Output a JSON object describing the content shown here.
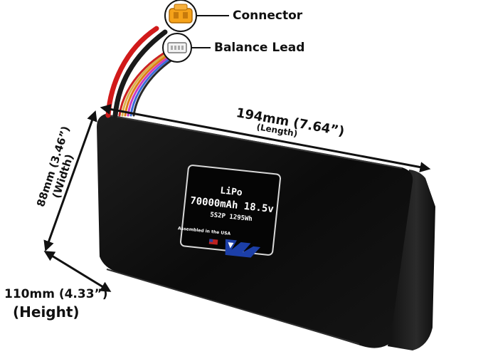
{
  "callouts": {
    "connector": "Connector",
    "balance_lead": "Balance Lead"
  },
  "dimensions": {
    "length_value": "194mm (7.64”)",
    "length_label": "(Length)",
    "width_value": "88mm (3.46”)",
    "width_label": "(Width)",
    "height_value": "110mm (4.33”)",
    "height_label": "(Height)"
  },
  "battery_label": {
    "chemistry": "LiPo",
    "capacity_voltage": "70000mAh 18.5v",
    "config_energy": "5S2P 1295Wh",
    "origin": "Assembled in the USA"
  },
  "icons": {
    "connector": "xt-connector-icon",
    "balance": "balance-plug-icon",
    "logo": "brand-logo-icon"
  },
  "colors": {
    "connector": "#f5a21a",
    "battery_body": "#0a0a0a",
    "wire_red": "#d11a1a",
    "wire_black": "#1a1a1a",
    "logo_blue": "#1c3fa8"
  }
}
